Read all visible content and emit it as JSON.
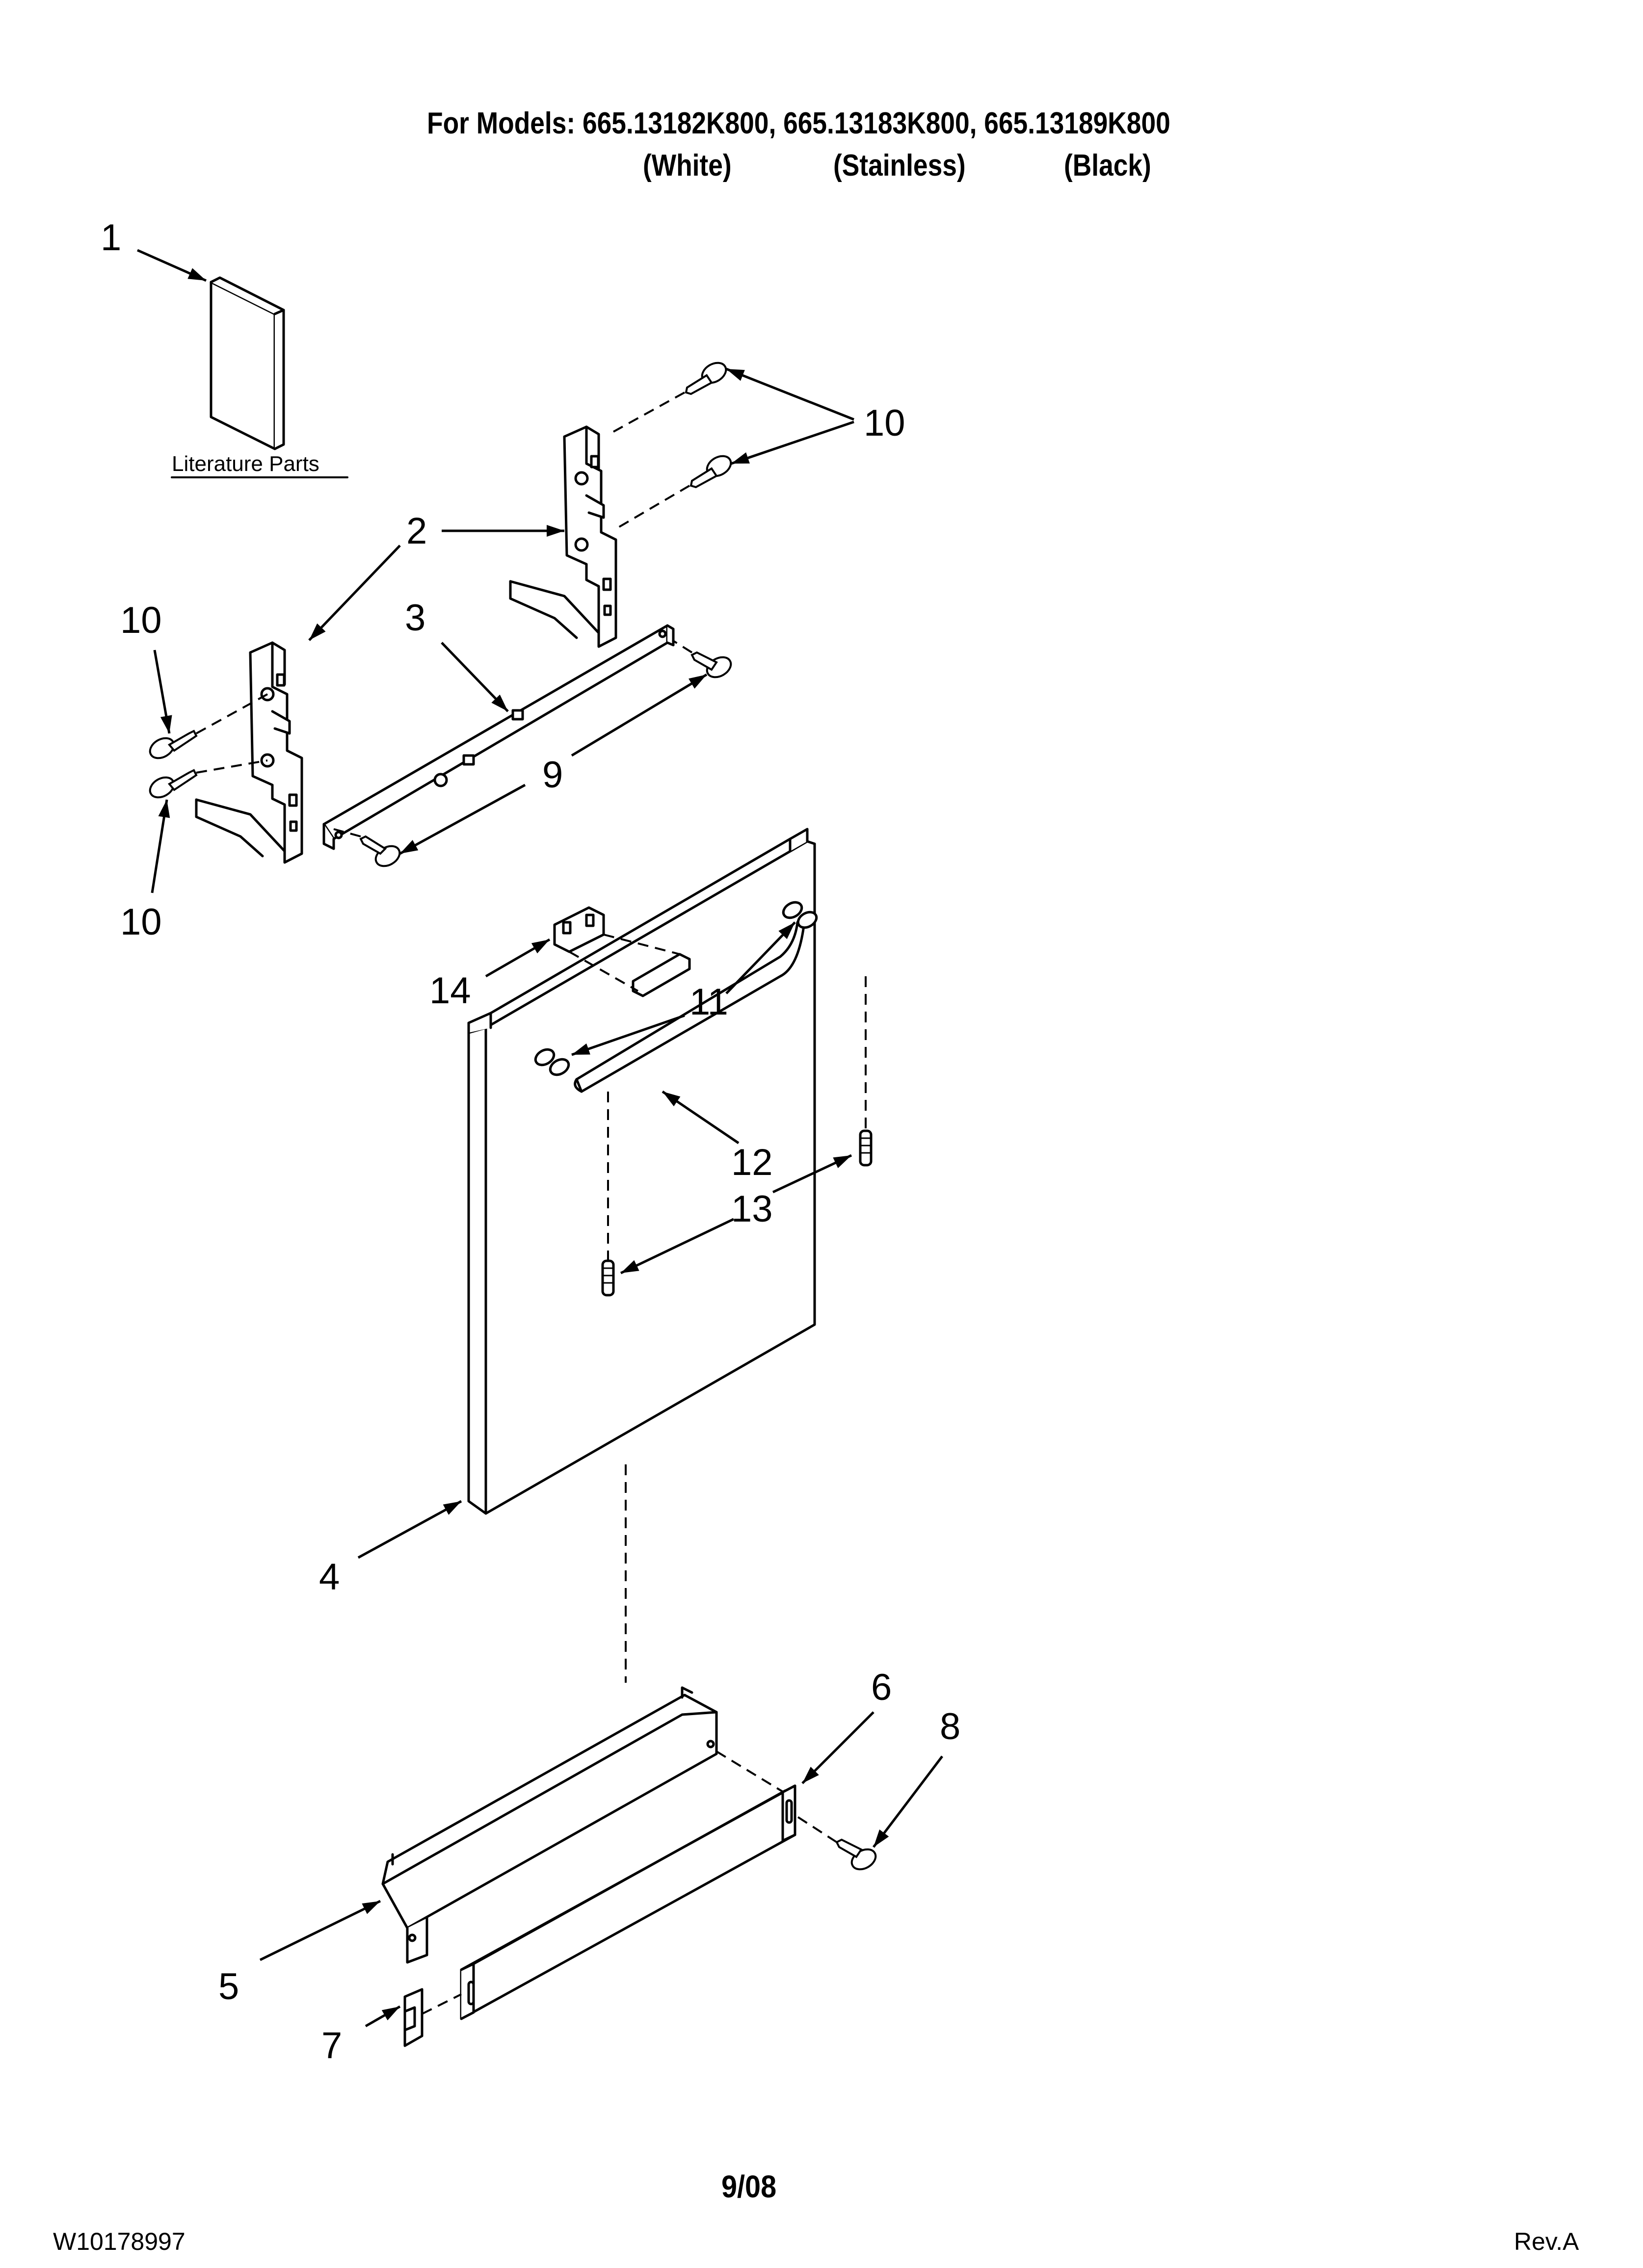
{
  "header": {
    "models_line": "For Models: 665.13182K800, 665.13183K800, 665.13189K800",
    "variant_white": "(White)",
    "variant_stainless": "(Stainless)",
    "variant_black": "(Black)"
  },
  "literature_label": "Literature Parts",
  "callouts": {
    "c1": "1",
    "c2": "2",
    "c3": "3",
    "c4": "4",
    "c5": "5",
    "c6": "6",
    "c7": "7",
    "c8": "8",
    "c9": "9",
    "c10a": "10",
    "c10b": "10",
    "c10c": "10",
    "c11": "11",
    "c12": "12",
    "c13": "13",
    "c14": "14"
  },
  "footer": {
    "doc_number": "W10178997",
    "date": "9/08",
    "revision": "Rev.A"
  }
}
